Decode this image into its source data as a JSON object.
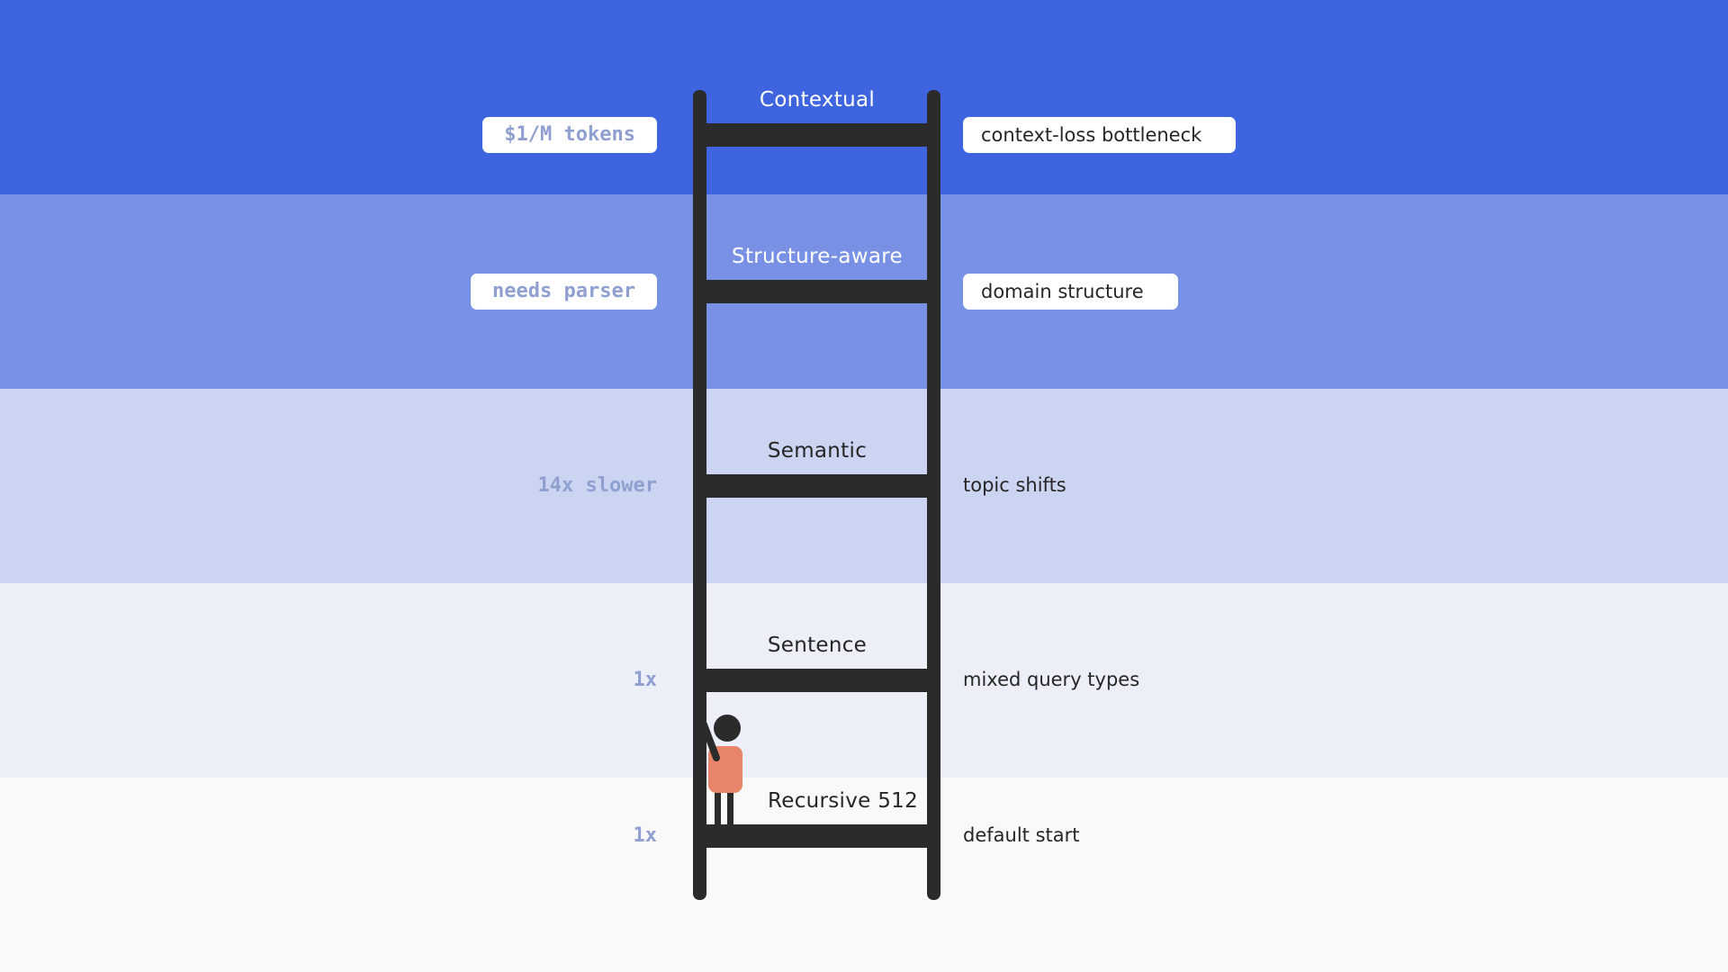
{
  "colors": {
    "band_contextual": "#3e64df",
    "band_structure": "#7891e5",
    "band_semantic": "#cbd4f0",
    "band_sentence": "#eceef8",
    "band_recursive": "#f9f9f7",
    "ladder": "#2b2b2b",
    "climber_body": "#e8846a",
    "climber_head": "#2b2b2b",
    "cost_text": "#8f9fd0",
    "note_text": "#262626"
  },
  "rungs": [
    {
      "label": "Contextual",
      "cost": "$1/M tokens",
      "note": "context-loss bottleneck",
      "label_color": "#ffffff"
    },
    {
      "label": "Structure-aware",
      "cost": "needs parser",
      "note": "domain structure",
      "label_color": "#ffffff"
    },
    {
      "label": "Semantic",
      "cost": "14x slower",
      "note": "topic shifts",
      "label_color": "#262626"
    },
    {
      "label": "Sentence",
      "cost": "1x",
      "note": "mixed query types",
      "label_color": "#262626"
    },
    {
      "label": "Recursive 512",
      "cost": "1x",
      "note": "default start",
      "label_color": "#262626"
    }
  ],
  "climber": {
    "current_rung": "Recursive 512",
    "icon": "person-climbing-icon"
  }
}
